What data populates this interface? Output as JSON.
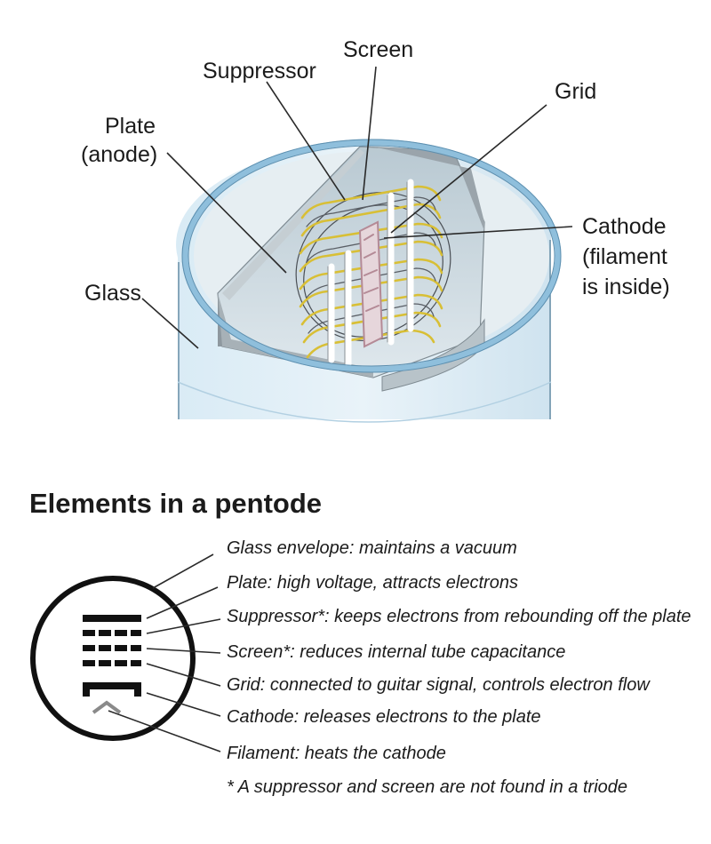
{
  "tube_labels": {
    "screen": "Screen",
    "suppressor": "Suppressor",
    "grid": "Grid",
    "plate_line1": "Plate",
    "plate_line2": "(anode)",
    "cathode_line1": "Cathode",
    "cathode_line2": "(filament",
    "cathode_line3": "is inside)",
    "glass": "Glass"
  },
  "schematic": {
    "heading": "Elements in a pentode",
    "items": [
      "Glass envelope: maintains a vacuum",
      "Plate: high voltage, attracts electrons",
      "Suppressor*: keeps electrons from rebounding off the plate",
      "Screen*: reduces internal tube capacitance",
      "Grid: connected to guitar signal, controls electron flow",
      "Cathode: releases electrons to the plate",
      "Filament: heats the cathode"
    ],
    "footnote": "* A suppressor and screen are not found in a triode"
  },
  "colors": {
    "glass": "#cfe3ef",
    "glass_rim": "#8fbfdc",
    "plate": "#aab3b9",
    "wire": "#e3cc45",
    "ink": "#1b1b1b"
  }
}
